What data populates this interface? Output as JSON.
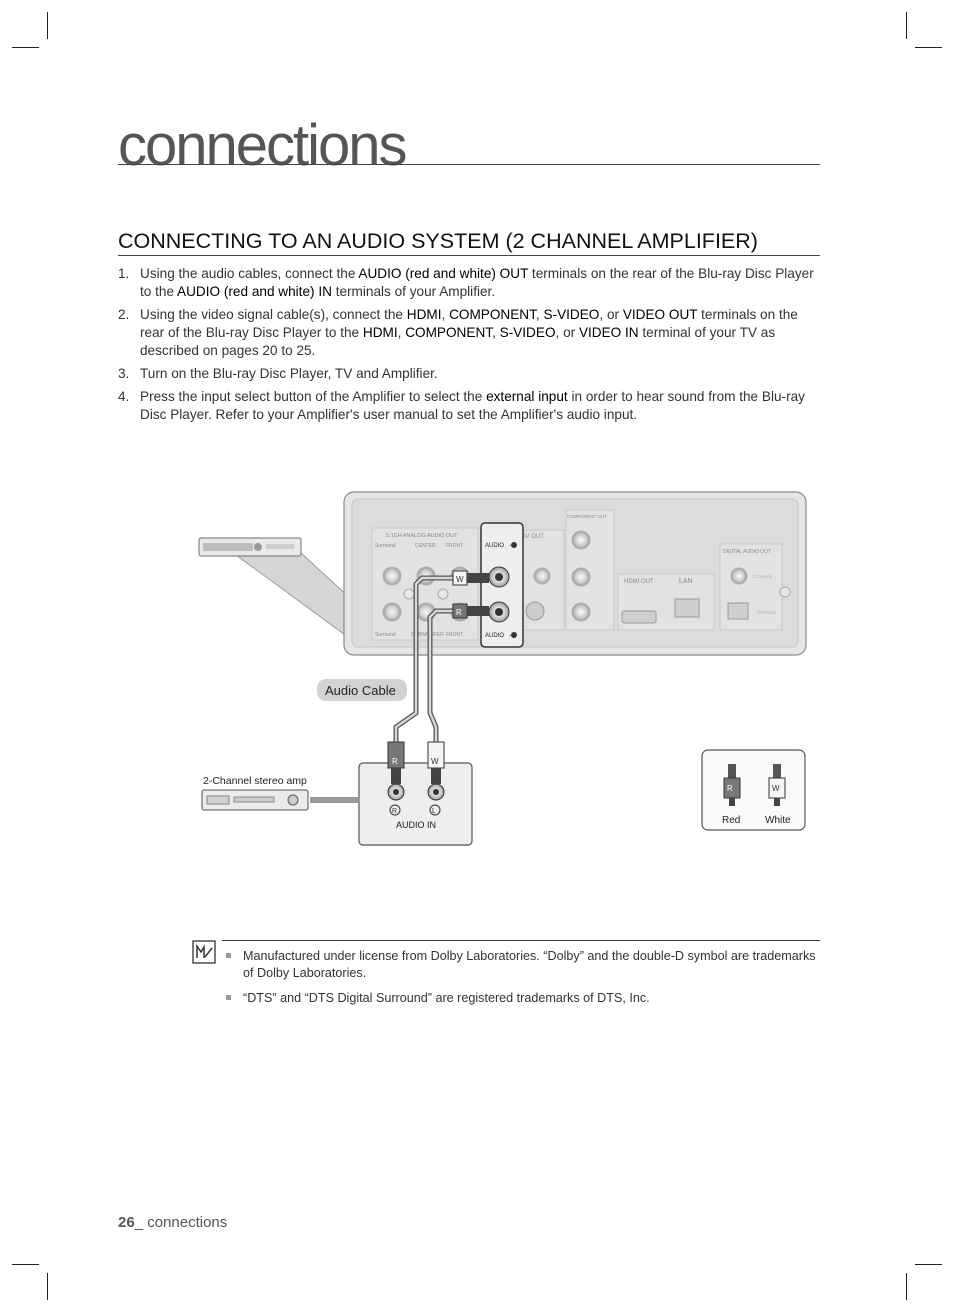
{
  "chapter_title": "connections",
  "section_title": "CONNECTING TO AN AUDIO SYSTEM (2 CHANNEL AMPLIFIER)",
  "steps": [
    {
      "num": "1.",
      "parts": [
        {
          "t": "Using the audio cables, connect the "
        },
        {
          "t": "AUDIO (red and white) OUT",
          "b": true
        },
        {
          "t": " terminals on the rear of the Blu-ray Disc Player to the "
        },
        {
          "t": "AUDIO (red and white) IN",
          "b": true
        },
        {
          "t": " terminals of your Amplifier."
        }
      ]
    },
    {
      "num": "2.",
      "parts": [
        {
          "t": "Using the video signal cable(s), connect the "
        },
        {
          "t": "HDMI",
          "b": true
        },
        {
          "t": ", "
        },
        {
          "t": "COMPONENT",
          "b": true
        },
        {
          "t": ", "
        },
        {
          "t": "S-VIDEO",
          "b": true
        },
        {
          "t": ", or "
        },
        {
          "t": "VIDEO OUT",
          "b": true
        },
        {
          "t": " terminals on the rear of the Blu-ray Disc Player to the "
        },
        {
          "t": "HDMI",
          "b": true
        },
        {
          "t": ", "
        },
        {
          "t": "COMPONENT",
          "b": true
        },
        {
          "t": ", "
        },
        {
          "t": "S-VIDEO",
          "b": true
        },
        {
          "t": ", or "
        },
        {
          "t": "VIDEO IN",
          "b": true
        },
        {
          "t": " terminal of your TV as described on pages 20 to 25."
        }
      ]
    },
    {
      "num": "3.",
      "parts": [
        {
          "t": "Turn on the Blu-ray Disc Player, TV and Amplifier."
        }
      ]
    },
    {
      "num": "4.",
      "parts": [
        {
          "t": "Press the input select button of the Amplifier to select the "
        },
        {
          "t": "external input",
          "b": true
        },
        {
          "t": " in order to hear sound from the Blu-ray Disc Player. Refer to your Amplifier's user manual to set the Amplifier's audio input."
        }
      ]
    }
  ],
  "diagram": {
    "panel_labels": {
      "analog_out": "5.1CH ANALOG AUDIO OUT",
      "surround_l": "Surround",
      "center": "CENTER",
      "front_l": "FRONT",
      "surround_r": "Surround",
      "subwoofer": "SUBWOOFER",
      "front_r": "FRONT",
      "av_out": "AV OUT",
      "audio_l": "AUDIO",
      "audio_r": "AUDIO",
      "component_out": "COMPONENT OUT",
      "hdmi_out": "HDMI OUT",
      "lan": "LAN",
      "digital_audio_out": "DIGITAL AUDIO OUT",
      "coaxial": "COAXIAL",
      "optical": "OPTICAL"
    },
    "plug_w": "W",
    "plug_r": "R",
    "cable_label": "Audio Cable",
    "amp_label": "2-Channel stereo amp",
    "amp_jack_r": "R",
    "amp_jack_l": "L",
    "audio_in_label": "AUDIO IN",
    "legend": {
      "red_tag": "R",
      "white_tag": "W",
      "red_label": "Red",
      "white_label": "White"
    }
  },
  "notes": [
    "Manufactured under license from Dolby Laboratories. “Dolby” and the double-D symbol are trademarks of Dolby Laboratories.",
    "“DTS” and “DTS Digital Surround” are registered trademarks of DTS, Inc."
  ],
  "footer": {
    "page_number": "26",
    "label": "_ connections"
  }
}
